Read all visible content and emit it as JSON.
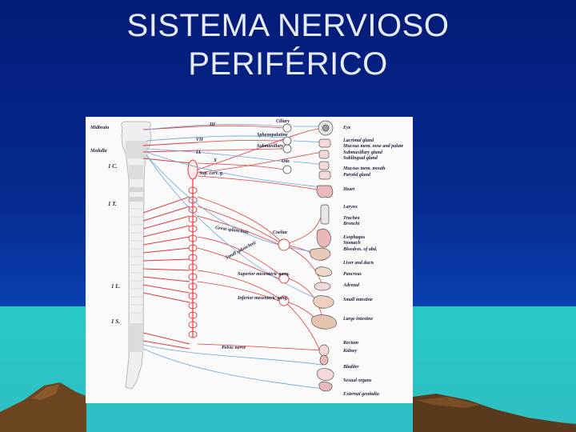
{
  "slide": {
    "title_line1": "SISTEMA NERVIOSO",
    "title_line2": "PERIFÉRICO"
  },
  "colors": {
    "background_top": "#031a73",
    "background_mid": "#0a3aa8",
    "sea": "#2fc7c4",
    "mountain": "#5a3a1c",
    "title_text": "#e8ecf6",
    "nerve_red": "#e23a3a",
    "nerve_blue": "#6aa6d8"
  },
  "diagram": {
    "cord_labels": {
      "midbrain": "Midbrain",
      "medulla": "Medulla",
      "c1": "1 C.",
      "t1": "1 T.",
      "l1": "1 L.",
      "s1": "1 S."
    },
    "cranial_nerves": {
      "iii": "III",
      "vii": "VII",
      "ix": "IX",
      "x": "X"
    },
    "ganglia": {
      "ciliary": "Ciliary",
      "sphenopalatine": "Sphenopalatine",
      "submaxillary": "Submaxillary",
      "otic": "Otic",
      "sup_cerv": "Sup. cerv. g.",
      "coeliac": "Coeliac",
      "great_splanchnic": "Great splanchnic",
      "small_splanchnic": "Small splanchnic",
      "sup_mesenteric": "Superior mesenteric gang.",
      "inf_mesenteric": "Inferior mesenteric gang.",
      "pelvic_nerve": "Pelvic nerve"
    },
    "organs": [
      "Eye",
      "Lacrimal gland",
      "Mucous mem. nose and palate",
      "Submaxillary gland",
      "Sublingual gland",
      "Mucous mem. mouth",
      "Parotid gland",
      "Heart",
      "Larynx",
      "Trachea",
      "Bronchi",
      "Esophagus",
      "Stomach",
      "Bloodves. of abd.",
      "Liver and ducts",
      "Pancreas",
      "Adrenal",
      "Small intestine",
      "Large intestine",
      "Rectum",
      "Kidney",
      "Bladder",
      "Sexual organs",
      "External genitalia"
    ]
  }
}
